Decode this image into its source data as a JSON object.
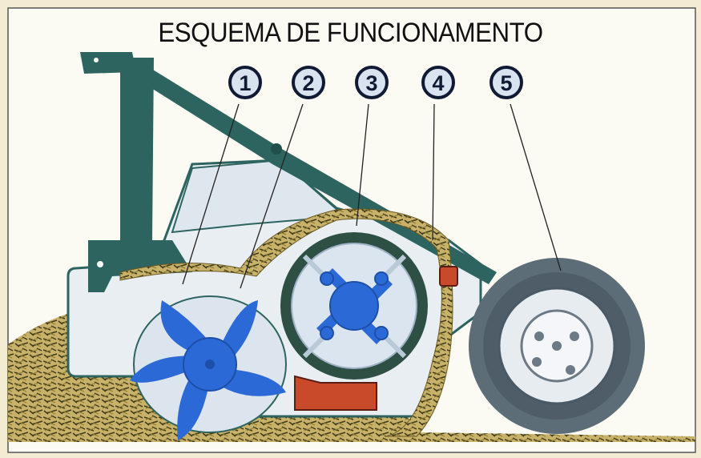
{
  "title": "ESQUEMA DE FUNCIONAMENTO",
  "callouts": [
    {
      "number": "1"
    },
    {
      "number": "2"
    },
    {
      "number": "3"
    },
    {
      "number": "4"
    },
    {
      "number": "5"
    }
  ],
  "colors": {
    "frame": "#2e6460",
    "rotor_blue": "#2b6ad6",
    "chamber_light": "#d7e2ee",
    "straw": "#a8913f",
    "counter_knife": "#c9492b",
    "tire": "#5d6d78",
    "paper": "#fbfaf3",
    "background": "#f3ecd2"
  }
}
